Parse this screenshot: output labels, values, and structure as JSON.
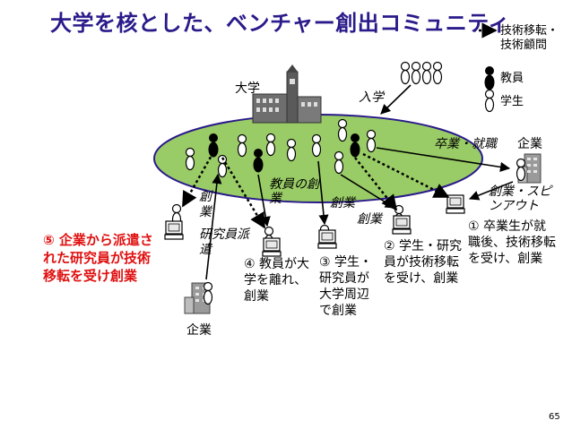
{
  "title": "大学を核とした、ベンチャー創出コミュニティ",
  "legend": {
    "tech_transfer": "技術移転・",
    "tech_advisor": "技術顧問",
    "faculty": "教員",
    "student": "学生"
  },
  "labels": {
    "university": "大学",
    "admission": "入学",
    "graduation": "卒業・就職",
    "company_right": "企業",
    "company_bottom": "企業",
    "spinout": "創業・スピンアウト",
    "faculty_startup": "教員の創業",
    "startup_a": "創業",
    "startup_b": "創業",
    "startup_c": "創業",
    "research_dispatch": "研究員派遣"
  },
  "cases": {
    "c1": "① 卒業生が就職後、技術移転を受け、創業",
    "c2": "② 学生・研究員が技術移転を受け、創業",
    "c3": "③ 学生・研究員が大学周辺で創業",
    "c4": "④ 教員が大学を離れ、創業",
    "c5": "⑤ 企業から派遣された研究員が技術移転を受け創業"
  },
  "page_number": "65",
  "colors": {
    "title": "#2a1a8a",
    "highlight": "#e01010",
    "ellipse_fill": "#99cc66",
    "ellipse_stroke": "#2a1a8a"
  }
}
